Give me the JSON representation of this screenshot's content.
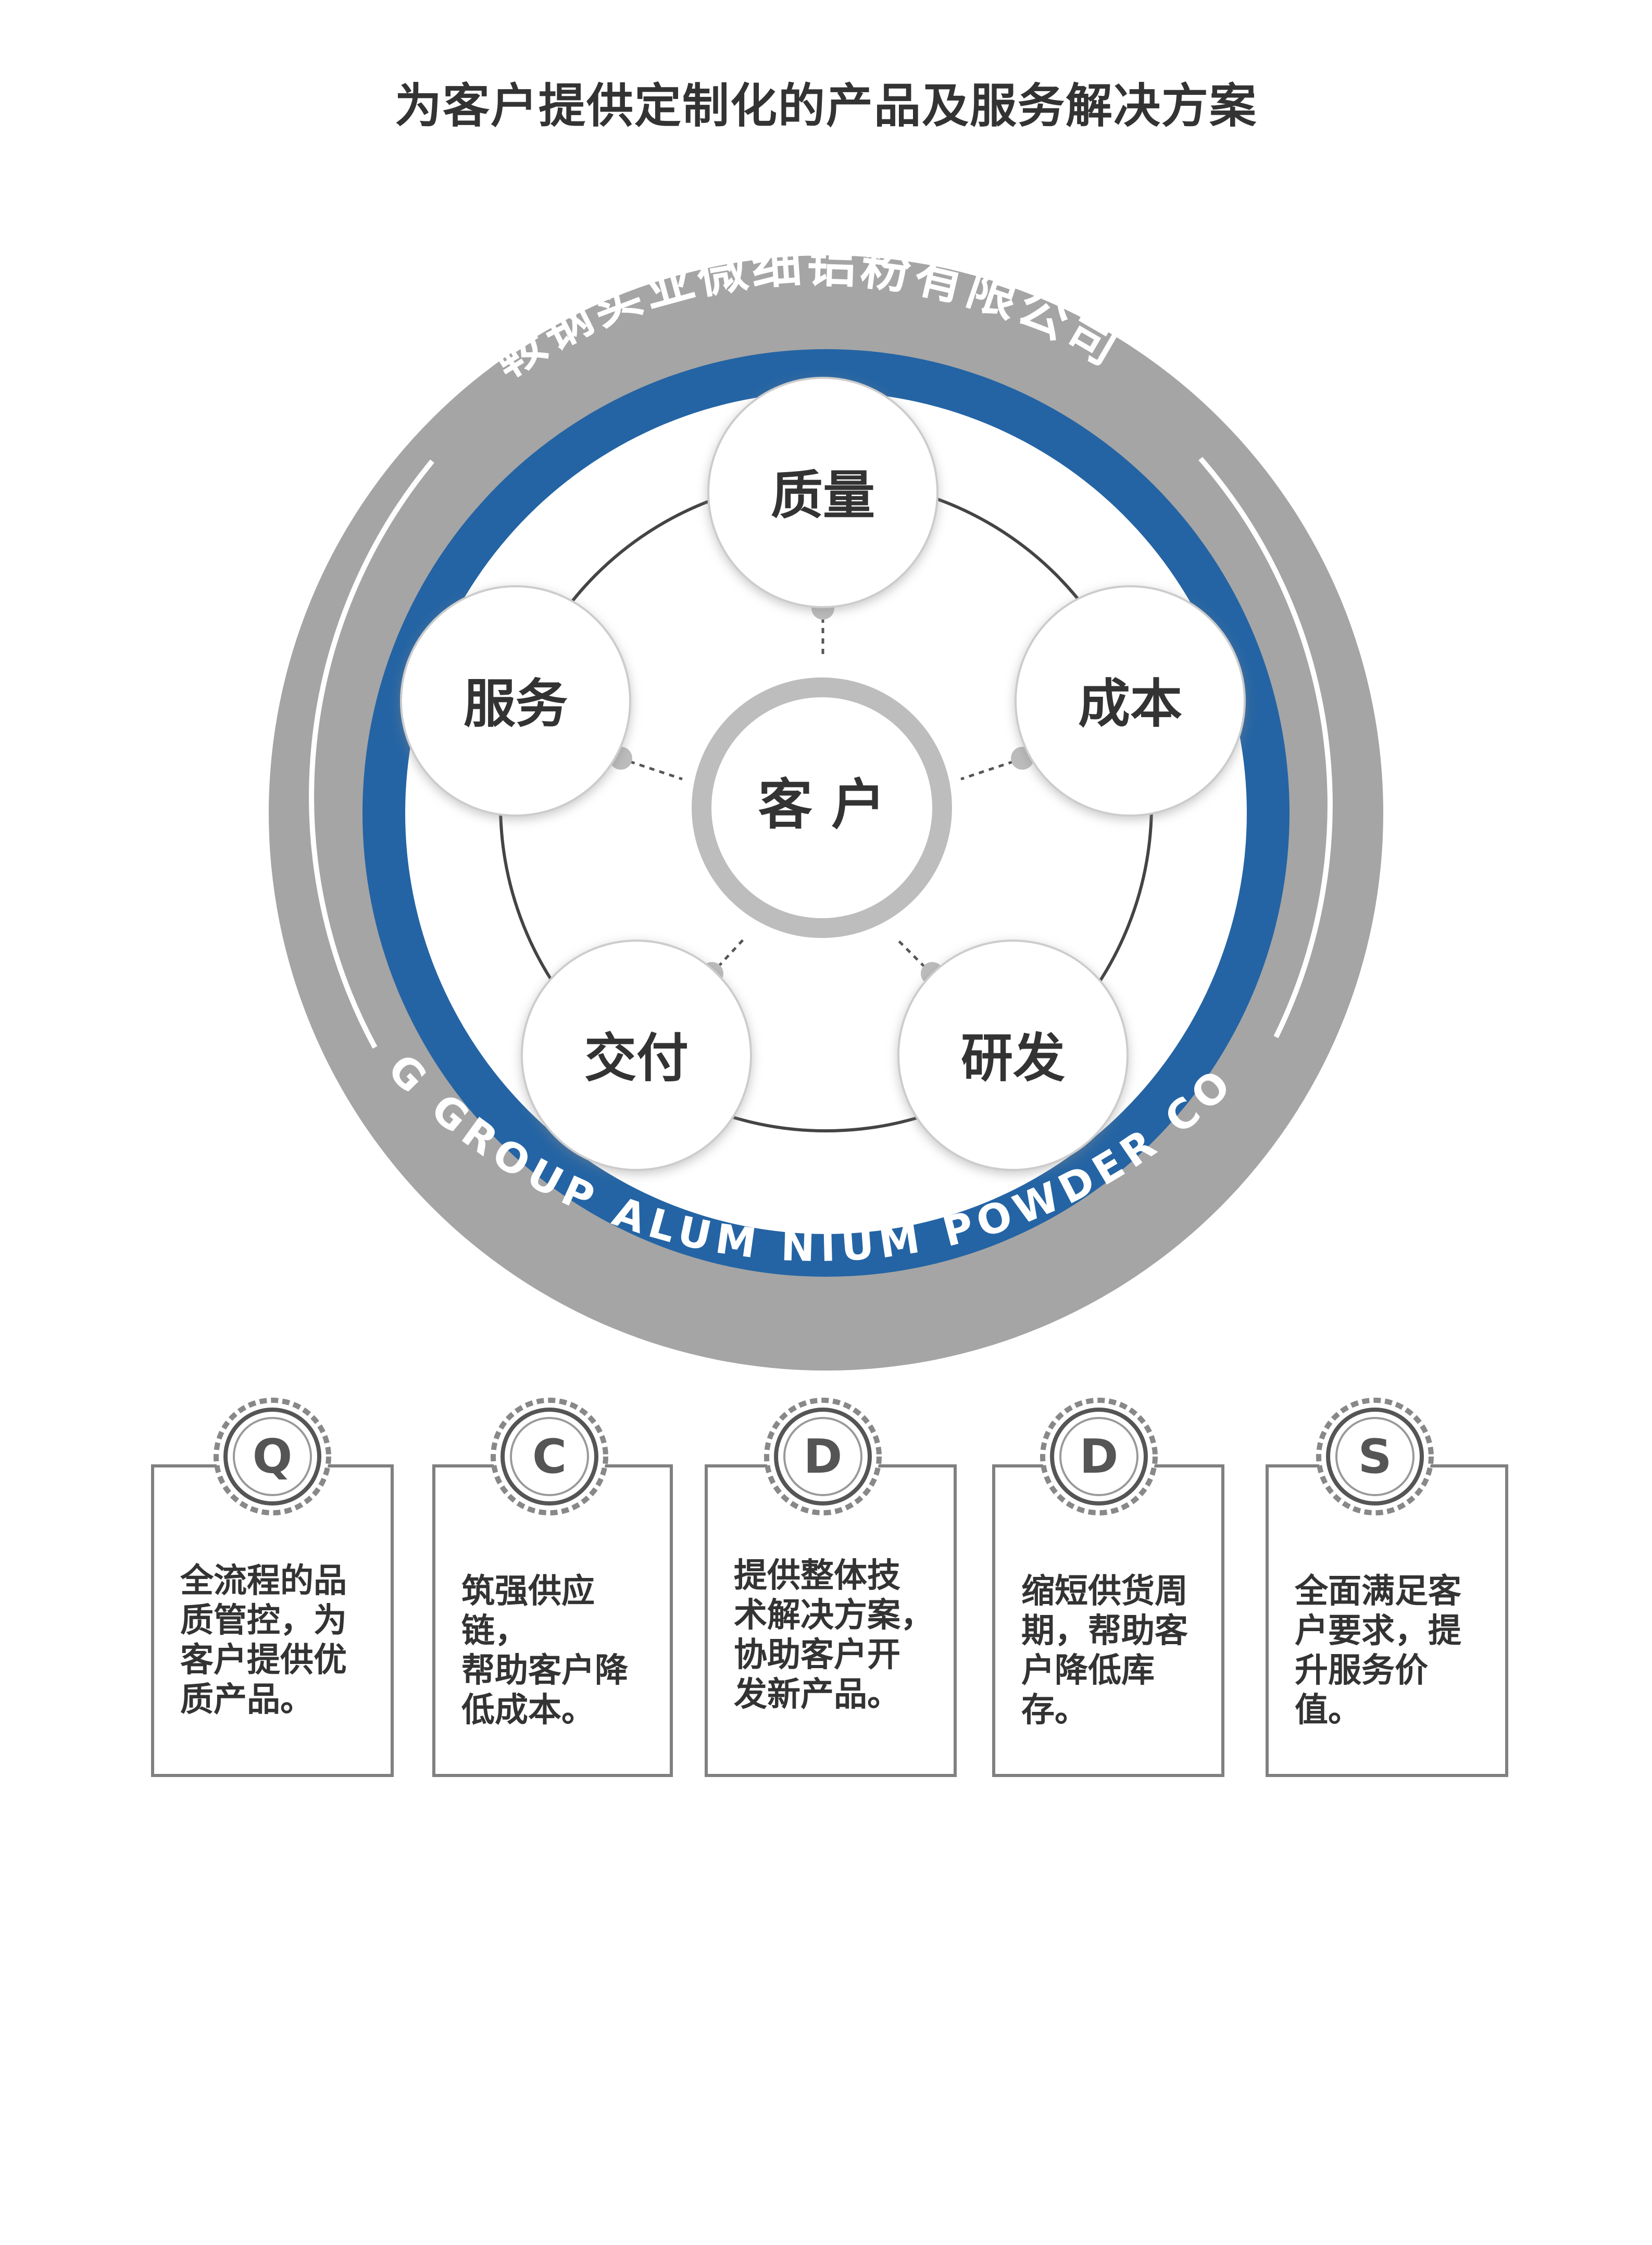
{
  "title": "为客户提供定制化的产品及服务解决方案",
  "company_cn": "鞍钢实业微细铝粉有限公司",
  "company_en": "ANGANG GROUP ALUM NIUM POWDER CO., LTD.",
  "center": "客 户",
  "nodes": [
    {
      "label": "质量"
    },
    {
      "label": "成本"
    },
    {
      "label": "研发"
    },
    {
      "label": "交付"
    },
    {
      "label": "服务"
    }
  ],
  "cards": [
    {
      "letter": "Q",
      "text": "全流程的品\n质管控，为\n客户提供优\n质产品。"
    },
    {
      "letter": "C",
      "text": "筑强供应链，\n帮助客户降\n低成本。"
    },
    {
      "letter": "D",
      "text": "提供整体技\n术解决方案，\n协助客户开\n发新产品。"
    },
    {
      "letter": "D",
      "text": "缩短供货周\n期，帮助客\n户降低库存。"
    },
    {
      "letter": "S",
      "text": "全面满足客\n户要求，提\n升服务价值。"
    }
  ],
  "colors": {
    "blue": "#2464a4",
    "gray": "#a5a5a5",
    "ring_gray": "#bdbdbd",
    "text": "#333333"
  }
}
